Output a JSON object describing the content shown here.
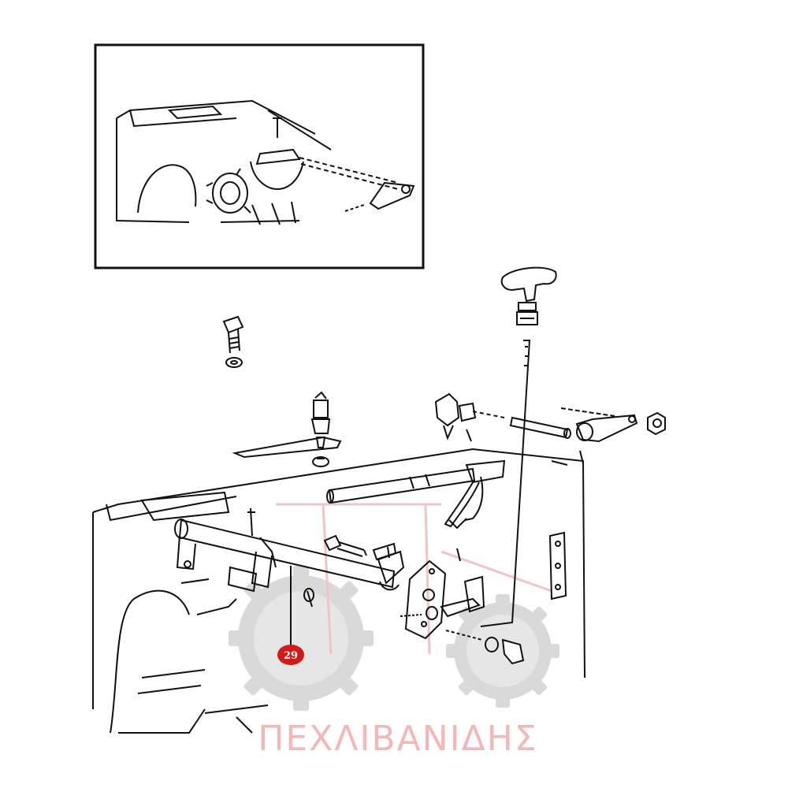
{
  "diagram": {
    "type": "exploded-parts-diagram",
    "callouts": [
      {
        "label": "29",
        "part": "shift-shaft"
      }
    ],
    "colors": {
      "line": "#111111",
      "callout_fill": "#d11a1a",
      "callout_text": "#ffffff",
      "watermark_gear": "#d9d9d9",
      "watermark_text": "#f2b8b8"
    }
  },
  "watermark": {
    "logo": "tractor-silhouette-gears",
    "text": "ΠΕΧΛΙΒΑΝΙΔΗΣ"
  }
}
